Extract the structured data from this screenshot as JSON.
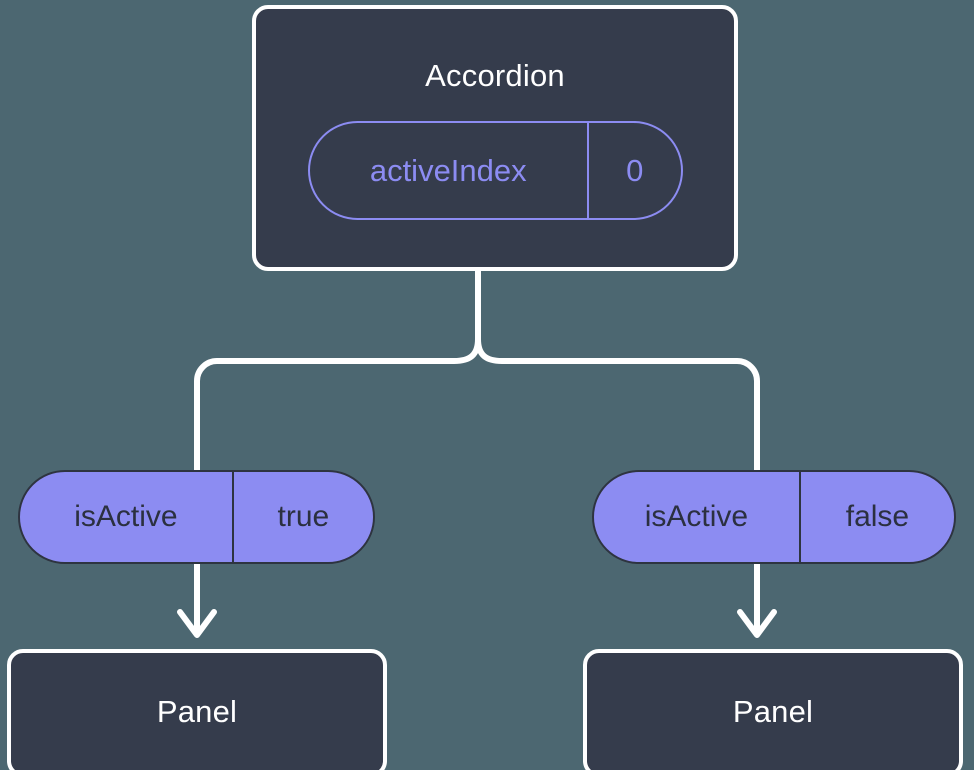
{
  "diagram": {
    "type": "component-tree",
    "background_color": "#4c6771",
    "colors": {
      "node_fill": "#353c4c",
      "node_border": "#ffffff",
      "node_text": "#ffffff",
      "state_pill_stroke": "#8c8cf2",
      "prop_pill_fill": "#8c8cf2",
      "prop_pill_stroke": "#2e3440",
      "prop_pill_text": "#2b3040",
      "connector": "#ffffff"
    },
    "parent": {
      "title": "Accordion",
      "state_pill": {
        "key": "activeIndex",
        "value": "0"
      }
    },
    "children": [
      {
        "prop_pill": {
          "key": "isActive",
          "value": "true"
        },
        "title": "Panel"
      },
      {
        "prop_pill": {
          "key": "isActive",
          "value": "false"
        },
        "title": "Panel"
      }
    ]
  }
}
